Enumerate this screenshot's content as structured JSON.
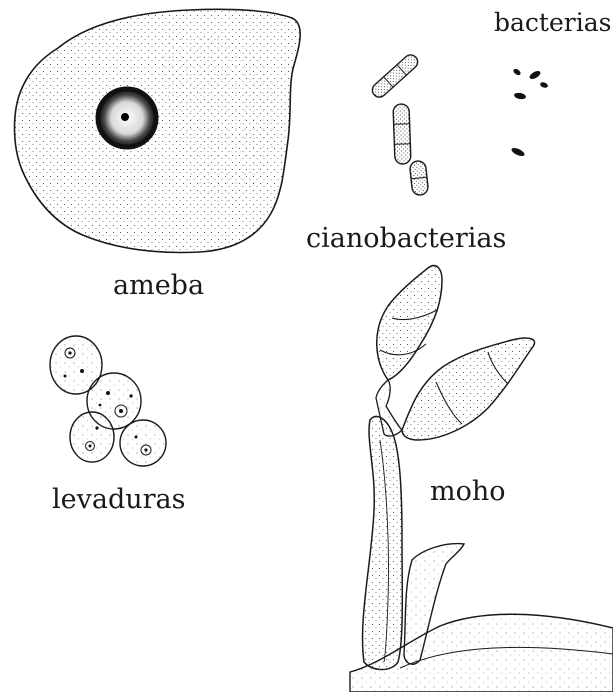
{
  "labels": {
    "bacterias": "bacterias",
    "cianobacterias": "cianobacterias",
    "ameba": "ameba",
    "levaduras": "levaduras",
    "moho": "moho"
  },
  "colors": {
    "ink": "#1a1a1a",
    "background": "#ffffff"
  }
}
